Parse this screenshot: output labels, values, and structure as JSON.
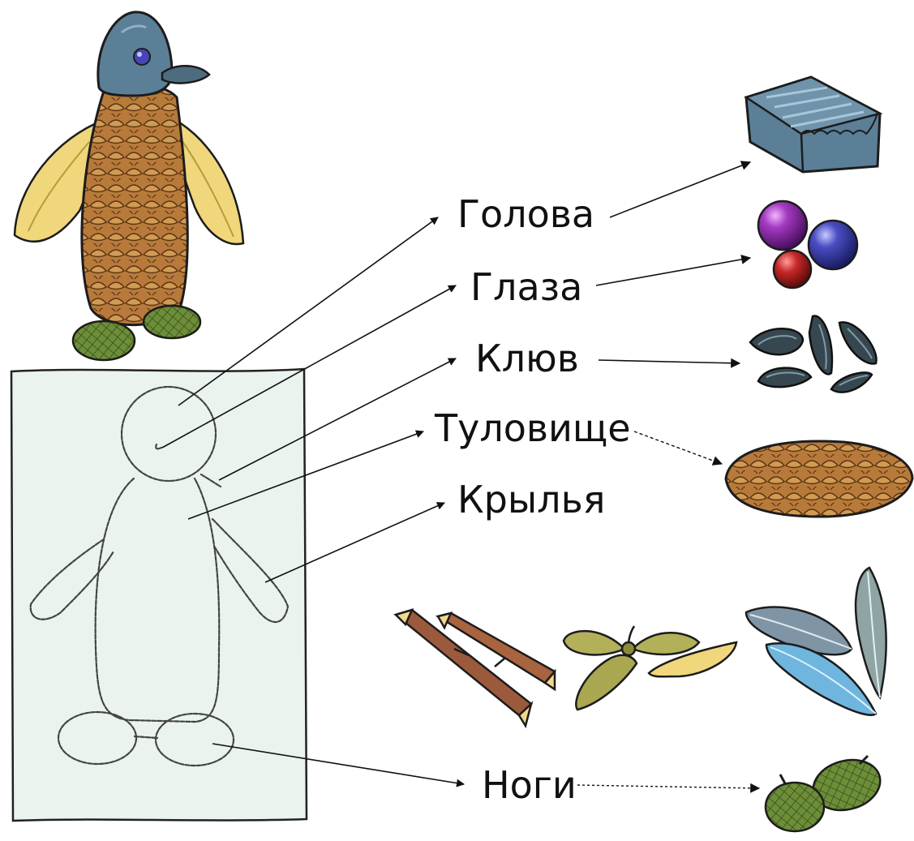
{
  "labels": {
    "head": "Голова",
    "eyes": "Глаза",
    "beak": "Клюв",
    "body": "Туловище",
    "wings": "Крылья",
    "legs": "Ноги"
  },
  "colors": {
    "plasticine": "#5b7f97",
    "cone": "#b77a3a",
    "cone_dark": "#8a5522",
    "wing": "#f0d77c",
    "acorn_cap": "#5f8032",
    "sheet": "#eaf3ee",
    "seed": "#37474f",
    "berry_purple": "#9a2fb5",
    "berry_blue": "#4646b8",
    "berry_red": "#c62828",
    "twig": "#9c5a3c",
    "feather_blue": "#6fb6df",
    "feather_grey": "#7f95a6"
  },
  "icons": {
    "finished_penguin": "pinecone-penguin",
    "sketch": "penguin-outline-sheet",
    "head_material": "plasticine-block",
    "eyes_material": "berries",
    "beak_material": "sunflower-seeds",
    "body_material": "pine-cone",
    "extras": [
      "twigs",
      "maple-seeds",
      "feathers"
    ],
    "legs_material": "acorn-caps"
  }
}
